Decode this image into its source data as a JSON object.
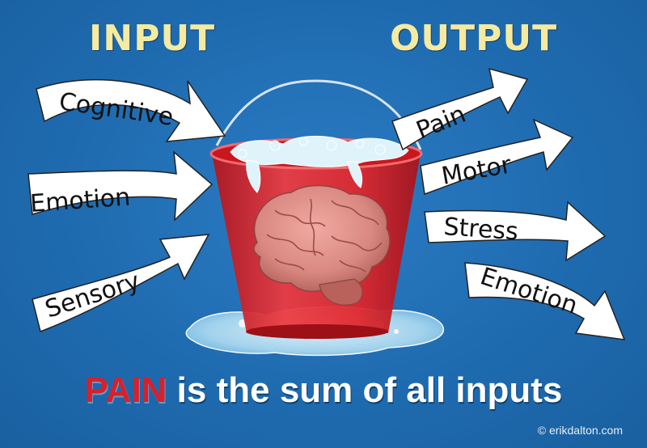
{
  "headings": {
    "input": "INPUT",
    "output": "OUTPUT"
  },
  "inputs": [
    "Cognitive",
    "Emotion",
    "Sensory"
  ],
  "outputs": [
    "Pain",
    "Motor",
    "Stress",
    "Emotion"
  ],
  "caption": {
    "highlight": "PAIN",
    "rest": " is the sum of all inputs"
  },
  "copyright": "© erikdalton.com",
  "colors": {
    "background": "#1f6bb0",
    "heading": "#f5eaa0",
    "pain_highlight": "#d8202a",
    "bucket": "#e2252b",
    "brain": "#d98880",
    "water": "#a9d8f0"
  },
  "icons": [
    "bucket-icon",
    "brain-icon",
    "water-splash-icon",
    "arrow-icon"
  ]
}
